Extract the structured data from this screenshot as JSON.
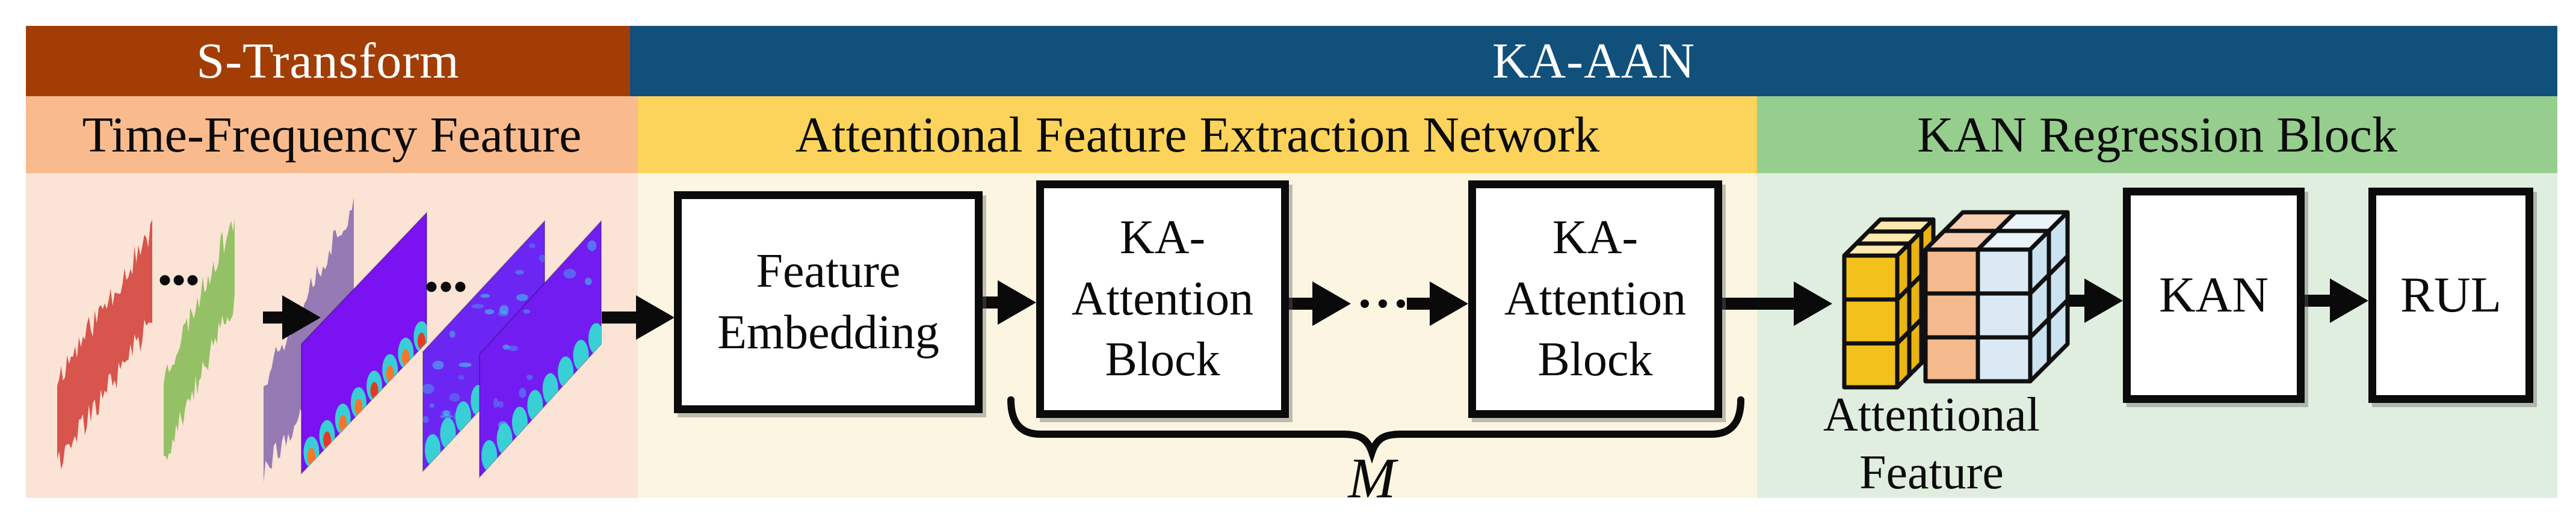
{
  "header": {
    "s_transform": "S-Transform",
    "ka_aan": "KA-AAN"
  },
  "subheader": {
    "time_frequency": "Time-Frequency Feature",
    "attentional": "Attentional Feature Extraction Network",
    "kan_regression": "KAN Regression Block"
  },
  "blocks": {
    "feature_embedding": "Feature\nEmbedding",
    "ka_attention_1": "KA-\nAttention\nBlock",
    "ka_attention_2": "KA-\nAttention\nBlock",
    "kan": "KAN",
    "rul": "RUL"
  },
  "labels": {
    "attentional_feature": "Attentional\nFeature",
    "repeat_count": "M"
  },
  "colors": {
    "header_brown": "#A23E05",
    "header_blue": "#11507B",
    "subheader_salmon": "#F9BB8E",
    "subheader_yellow": "#FCD35B",
    "subheader_green": "#95CE8D",
    "body_pink": "#FBE3D5",
    "body_cream": "#FBF5E1",
    "body_green": "#DFEEDE",
    "box_border": "#0B0B0B",
    "arrow_black": "#0A0A0A",
    "signal_red": "#D44A42",
    "signal_green": "#8CBE5C",
    "signal_purple": "#8E72B0",
    "spectrogram_purple": "#7A12F2",
    "blob_cyan": "#36D9D4",
    "blob_orange": "#F4772B",
    "blob_red": "#E23B25",
    "cube_gold": "#F3C11C",
    "cube_gold_top": "#FBE9AE",
    "cube_gold_side": "#EAB50E",
    "cube_peach": "#F5B98E",
    "cube_peach_top": "#F8CFB2",
    "cube_blue": "#DBE9F4",
    "cube_blue_top": "#EAF3FA",
    "cube_blue_side": "#CBE3F0"
  }
}
